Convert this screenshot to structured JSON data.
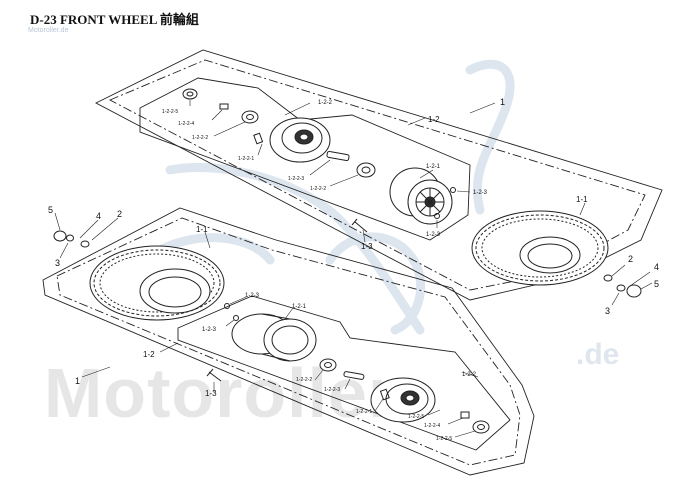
{
  "header": {
    "title": "D-23 FRONT WHEEL 前輪組"
  },
  "watermark": {
    "small": "Motoroller.de",
    "de": ".de",
    "big": "Motoroller"
  },
  "labels": {
    "top": {
      "l_1": "1",
      "l_1_2": "1-2",
      "l_1_2_2": "1-2-2",
      "l_1_2_2_5": "1-2-2-5",
      "l_1_2_2_4": "1-2-2-4",
      "l_1_2_2_2": "1-2-2-2",
      "l_1_2_2_1": "1-2-2-1",
      "l_1_2_2_3": "1-2-2-3",
      "l_1_2_2_2b": "1-2-2-2",
      "l_1_2_1": "1-2-1",
      "l_1_2_3a": "1-2-3",
      "l_1_2_3b": "1-2-3",
      "l_1_3": "1-3",
      "l_1_1": "1-1",
      "l_2": "2",
      "l_3": "3",
      "l_4": "4",
      "l_5": "5"
    },
    "bottom": {
      "l_1": "1",
      "l_1_2": "1-2",
      "l_1_1": "1-1",
      "l_1_2_3a": "1-2-3",
      "l_1_2_3b": "1-2-3",
      "l_1_2_1": "1-2-1",
      "l_1_3": "1-3",
      "l_1_2_2": "1-2-2",
      "l_1_2_2_2": "1-2-2-2",
      "l_1_2_2_3": "1-2-2-3",
      "l_1_2_2_1": "1-2-2-1",
      "l_1_2_2_5a": "1-2-2-5",
      "l_1_2_2_4": "1-2-2-4",
      "l_1_2_2_5b": "1-2-2-5",
      "l_2": "2",
      "l_3": "3",
      "l_4": "4",
      "l_5": "5"
    }
  }
}
